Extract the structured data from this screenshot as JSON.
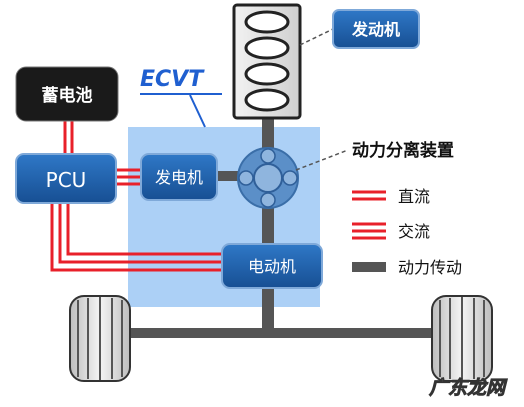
{
  "labels": {
    "engine": "发动机",
    "battery": "蓄电池",
    "pcu": "PCU",
    "ecvt": "ECVT",
    "generator": "发电机",
    "motor": "电动机",
    "power_split": "动力分离装置",
    "watermark": "广东龙网"
  },
  "legend": [
    {
      "label": "直流",
      "color": "#e8202a",
      "style": "double-line"
    },
    {
      "label": "交流",
      "color": "#e8202a",
      "style": "triple-line"
    },
    {
      "label": "动力传动",
      "color": "#555555",
      "style": "thick-bar"
    }
  ],
  "colors": {
    "ecvt_region": "#9ec8f5",
    "module_blue": "#1f5fa8",
    "battery_black": "#1a1a1a",
    "shaft_gray": "#555555",
    "ecvt_text": "#1f5fd0"
  }
}
